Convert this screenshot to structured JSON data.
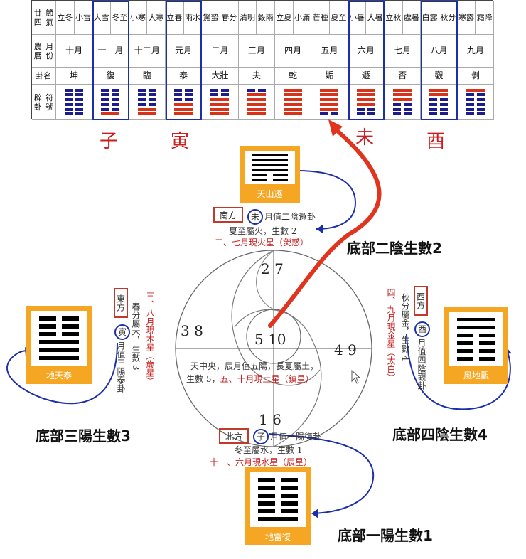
{
  "table": {
    "row_headers": [
      [
        "廿四",
        "節氣"
      ],
      [
        "農曆",
        "月份"
      ],
      [
        "卦名"
      ],
      [
        "辟卦",
        "符號"
      ]
    ],
    "solar_terms": [
      [
        "立",
        "冬"
      ],
      [
        "小",
        "雪"
      ],
      [
        "大",
        "雪"
      ],
      [
        "冬",
        "至"
      ],
      [
        "小",
        "寒"
      ],
      [
        "大",
        "寒"
      ],
      [
        "立",
        "春"
      ],
      [
        "雨",
        "水"
      ],
      [
        "驚",
        "蟄"
      ],
      [
        "春",
        "分"
      ],
      [
        "清",
        "明"
      ],
      [
        "穀",
        "雨"
      ],
      [
        "立",
        "夏"
      ],
      [
        "小",
        "滿"
      ],
      [
        "芒",
        "種"
      ],
      [
        "夏",
        "至"
      ],
      [
        "小",
        "暑"
      ],
      [
        "大",
        "暑"
      ],
      [
        "立",
        "秋"
      ],
      [
        "處",
        "暑"
      ],
      [
        "白",
        "露"
      ],
      [
        "秋",
        "分"
      ],
      [
        "寒",
        "露"
      ],
      [
        "霜",
        "降"
      ]
    ],
    "months": [
      "十月",
      "十一月",
      "十二月",
      "元月",
      "二月",
      "三月",
      "四月",
      "五月",
      "六月",
      "七月",
      "八月",
      "九月"
    ],
    "hexagram_names": [
      "坤",
      "復",
      "臨",
      "泰",
      "大壯",
      "夬",
      "乾",
      "姤",
      "遯",
      "否",
      "觀",
      "剝"
    ],
    "hexagram_lines_top_to_bottom": [
      [
        0,
        0,
        0,
        0,
        0,
        0
      ],
      [
        0,
        0,
        0,
        0,
        0,
        1
      ],
      [
        0,
        0,
        0,
        0,
        1,
        1
      ],
      [
        0,
        0,
        0,
        1,
        1,
        1
      ],
      [
        0,
        0,
        1,
        1,
        1,
        1
      ],
      [
        0,
        1,
        1,
        1,
        1,
        1
      ],
      [
        1,
        1,
        1,
        1,
        1,
        1
      ],
      [
        1,
        1,
        1,
        1,
        1,
        0
      ],
      [
        1,
        1,
        1,
        1,
        0,
        0
      ],
      [
        1,
        1,
        1,
        0,
        0,
        0
      ],
      [
        1,
        1,
        0,
        0,
        0,
        0
      ],
      [
        1,
        0,
        0,
        0,
        0,
        0
      ]
    ],
    "yang_color": "#d6331a",
    "yin_color": "#1c1c8a",
    "highlight_color": "#1c2fa8"
  },
  "branch_labels": {
    "zi": "子",
    "yin": "寅",
    "wei": "未",
    "you": "酉"
  },
  "guas": {
    "top": {
      "name": "天山遯"
    },
    "left": {
      "name": "地天泰"
    },
    "right": {
      "name": "風地觀"
    },
    "bottom": {
      "name": "地雷復"
    }
  },
  "south": {
    "dir": "南方",
    "branch": "未",
    "line1": "月值二陰遯卦",
    "line2": "夏至屬火，生數 2",
    "line3": "二、七月現火星（熒惑）"
  },
  "east": {
    "dir": "東方",
    "branch": "寅",
    "col1": "月值三陽泰卦",
    "col2": "春分屬木，生數 3",
    "col3": "三、八月現木星（歲星）"
  },
  "west": {
    "dir": "西方",
    "branch": "酉",
    "col1": "月值四陰觀卦",
    "col2": "秋分屬金，生數 4",
    "col3": "四、九月現金星（太白）"
  },
  "north": {
    "dir": "北方",
    "branch": "子",
    "line1": "月值一陽復卦",
    "line2": "冬至屬水，生數 1",
    "line3": "十一、六月現水星（辰星）"
  },
  "center": {
    "line1": "天中央，辰月值五陽，長夏屬土，",
    "line2": "生數 5，",
    "line2_red": "五、十月現土星（鎮星）"
  },
  "numbers": {
    "top": "2 7",
    "left": "3 8",
    "center": "5 10",
    "right": "4 9",
    "bottom": "1 6"
  },
  "captions": {
    "top": "底部二陰生數2",
    "left": "底部三陽生數3",
    "right": "底部四陰生數4",
    "bottom": "底部一陽生數1"
  }
}
